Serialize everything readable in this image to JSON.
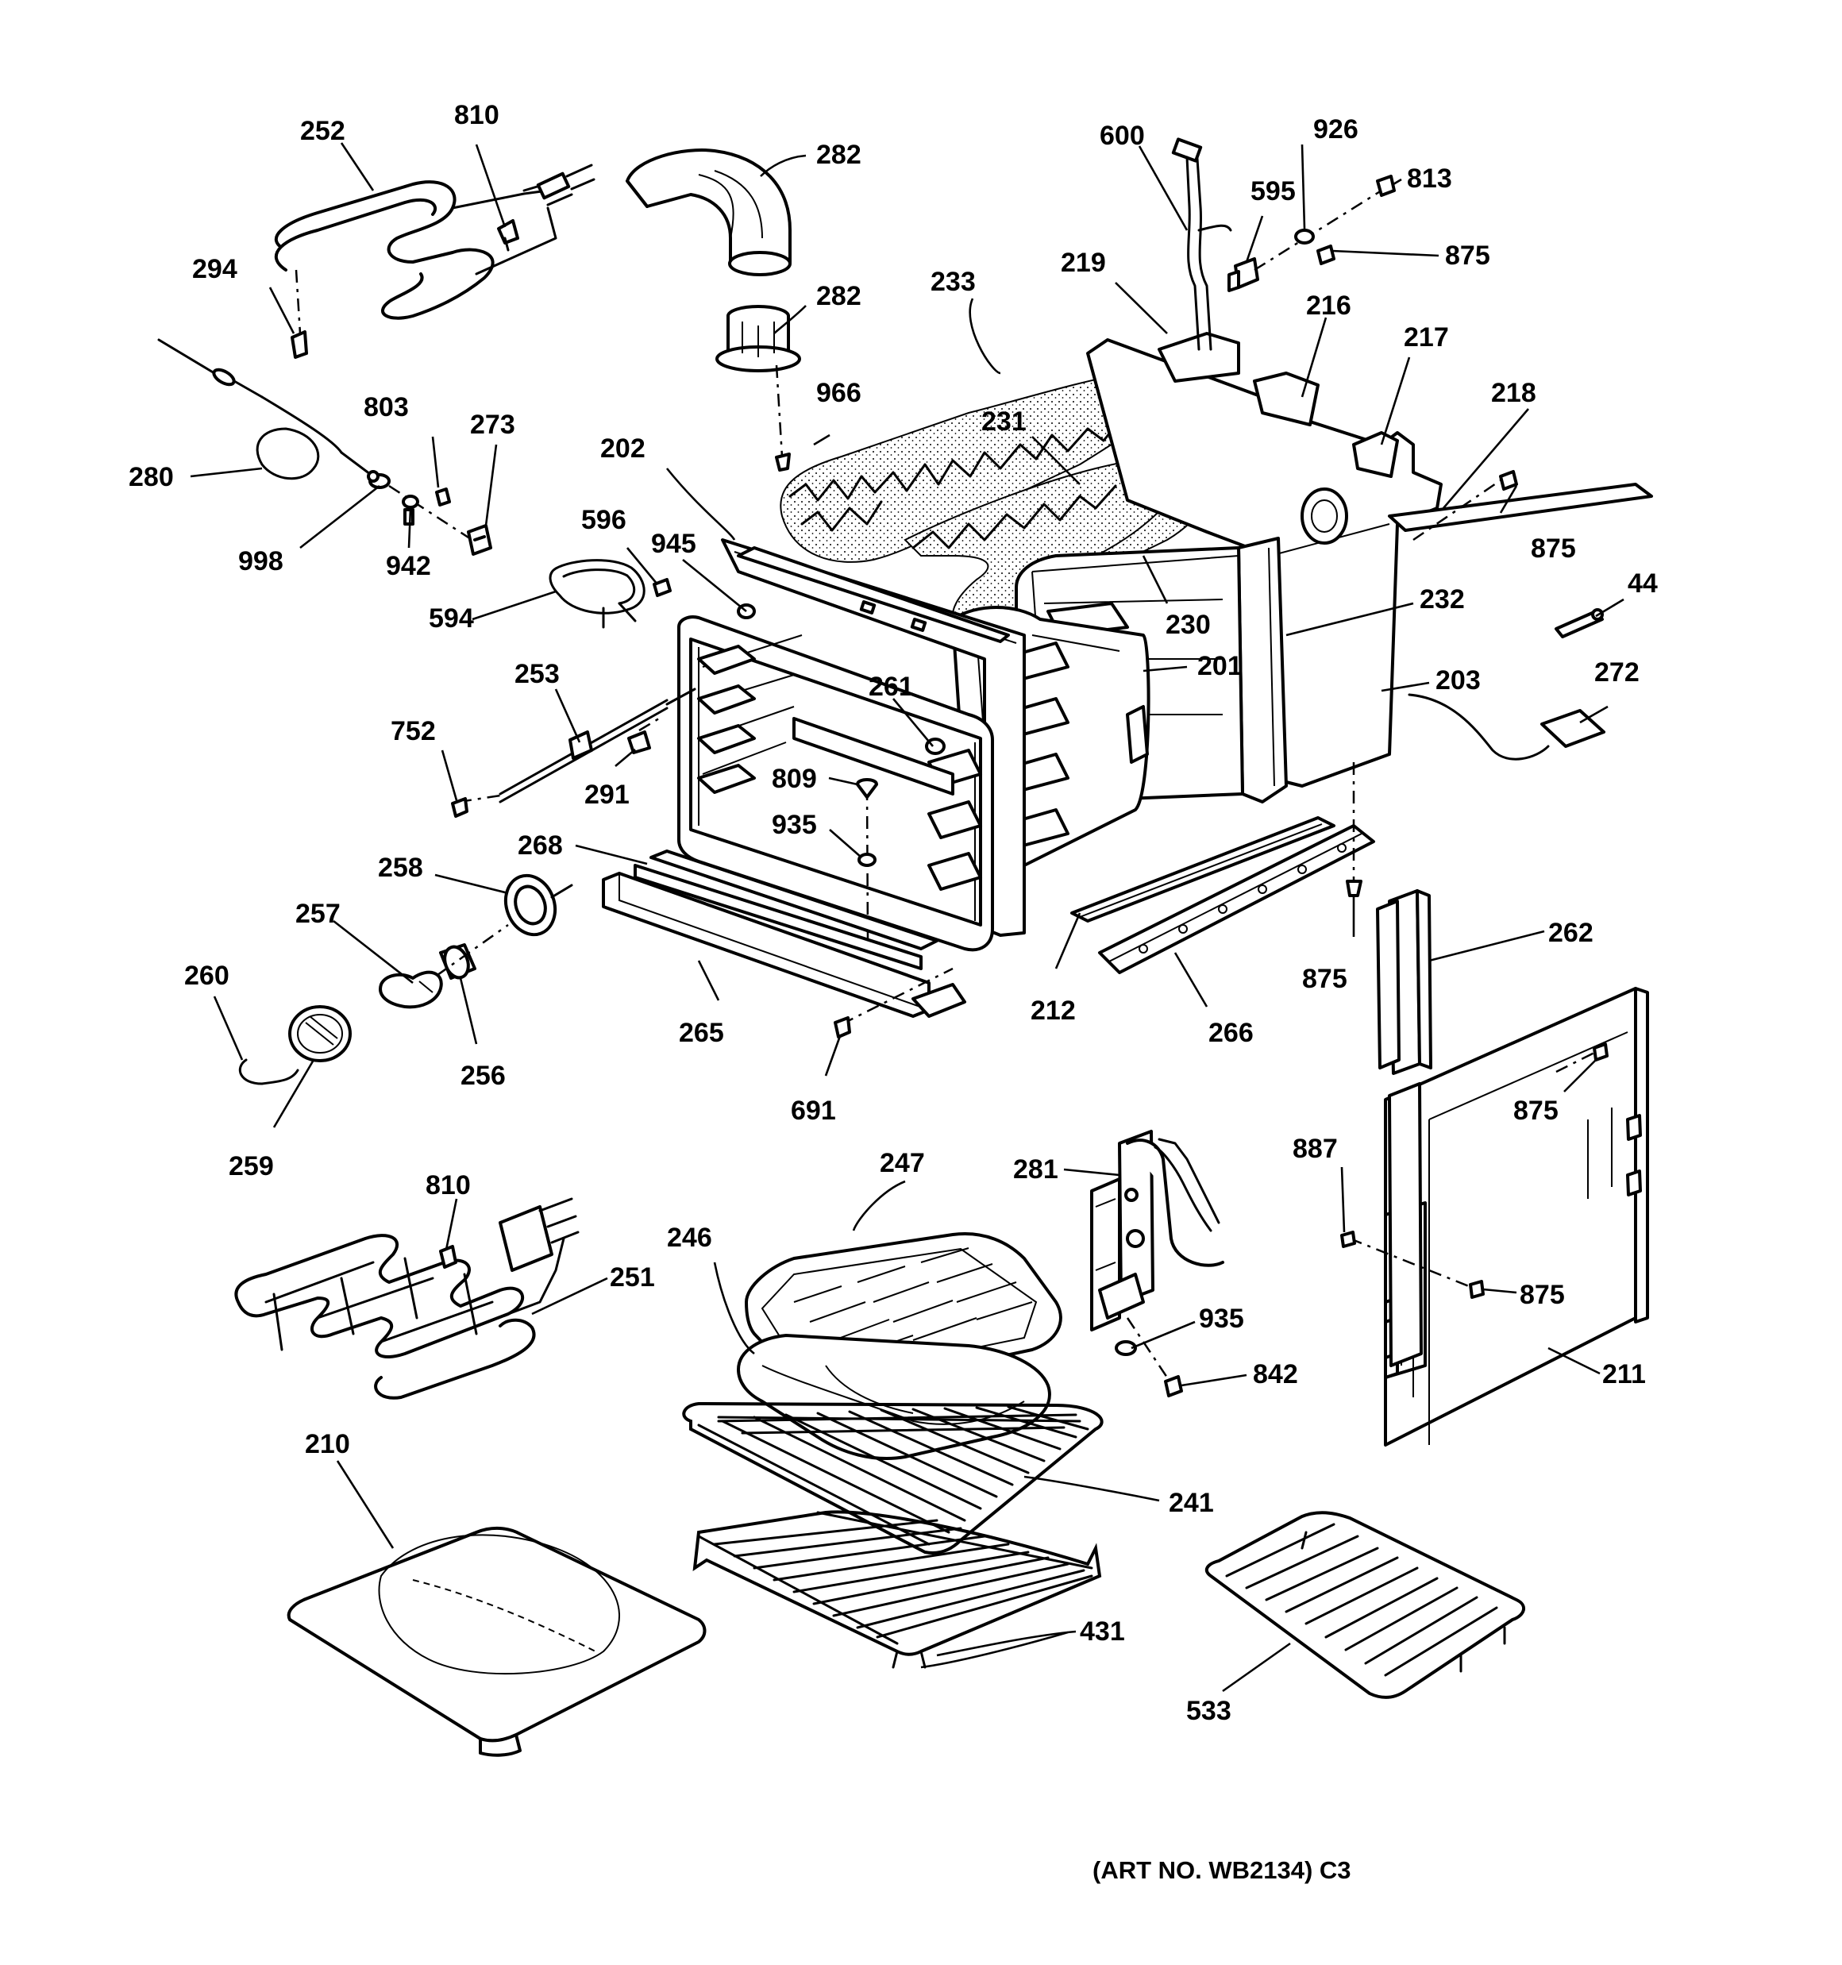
{
  "caption": "(ART NO. WB2134) C3",
  "labels": {
    "l252": "252",
    "l810a": "810",
    "l282a": "282",
    "l600": "600",
    "l926": "926",
    "l813": "813",
    "l595": "595",
    "l875a": "875",
    "l294": "294",
    "l219": "219",
    "l282b": "282",
    "l233": "233",
    "l216": "216",
    "l217": "217",
    "l803": "803",
    "l966": "966",
    "l273": "273",
    "l218": "218",
    "l231": "231",
    "l280": "280",
    "l202": "202",
    "l596": "596",
    "l875b": "875",
    "l945": "945",
    "l998": "998",
    "l942": "942",
    "l230": "230",
    "l594": "594",
    "l232": "232",
    "l44": "44",
    "l201": "201",
    "l253": "253",
    "l261": "261",
    "l203": "203",
    "l272": "272",
    "l752": "752",
    "l291": "291",
    "l809": "809",
    "l935a": "935",
    "l258": "258",
    "l268": "268",
    "l257": "257",
    "l262": "262",
    "l260": "260",
    "l875c": "875",
    "l212": "212",
    "l265": "265",
    "l266": "266",
    "l256": "256",
    "l691": "691",
    "l875d": "875",
    "l259": "259",
    "l887": "887",
    "l247": "247",
    "l281": "281",
    "l810b": "810",
    "l246": "246",
    "l251": "251",
    "l935b": "935",
    "l875e": "875",
    "l842": "842",
    "l211": "211",
    "l210": "210",
    "l241": "241",
    "l431": "431",
    "l533": "533"
  }
}
